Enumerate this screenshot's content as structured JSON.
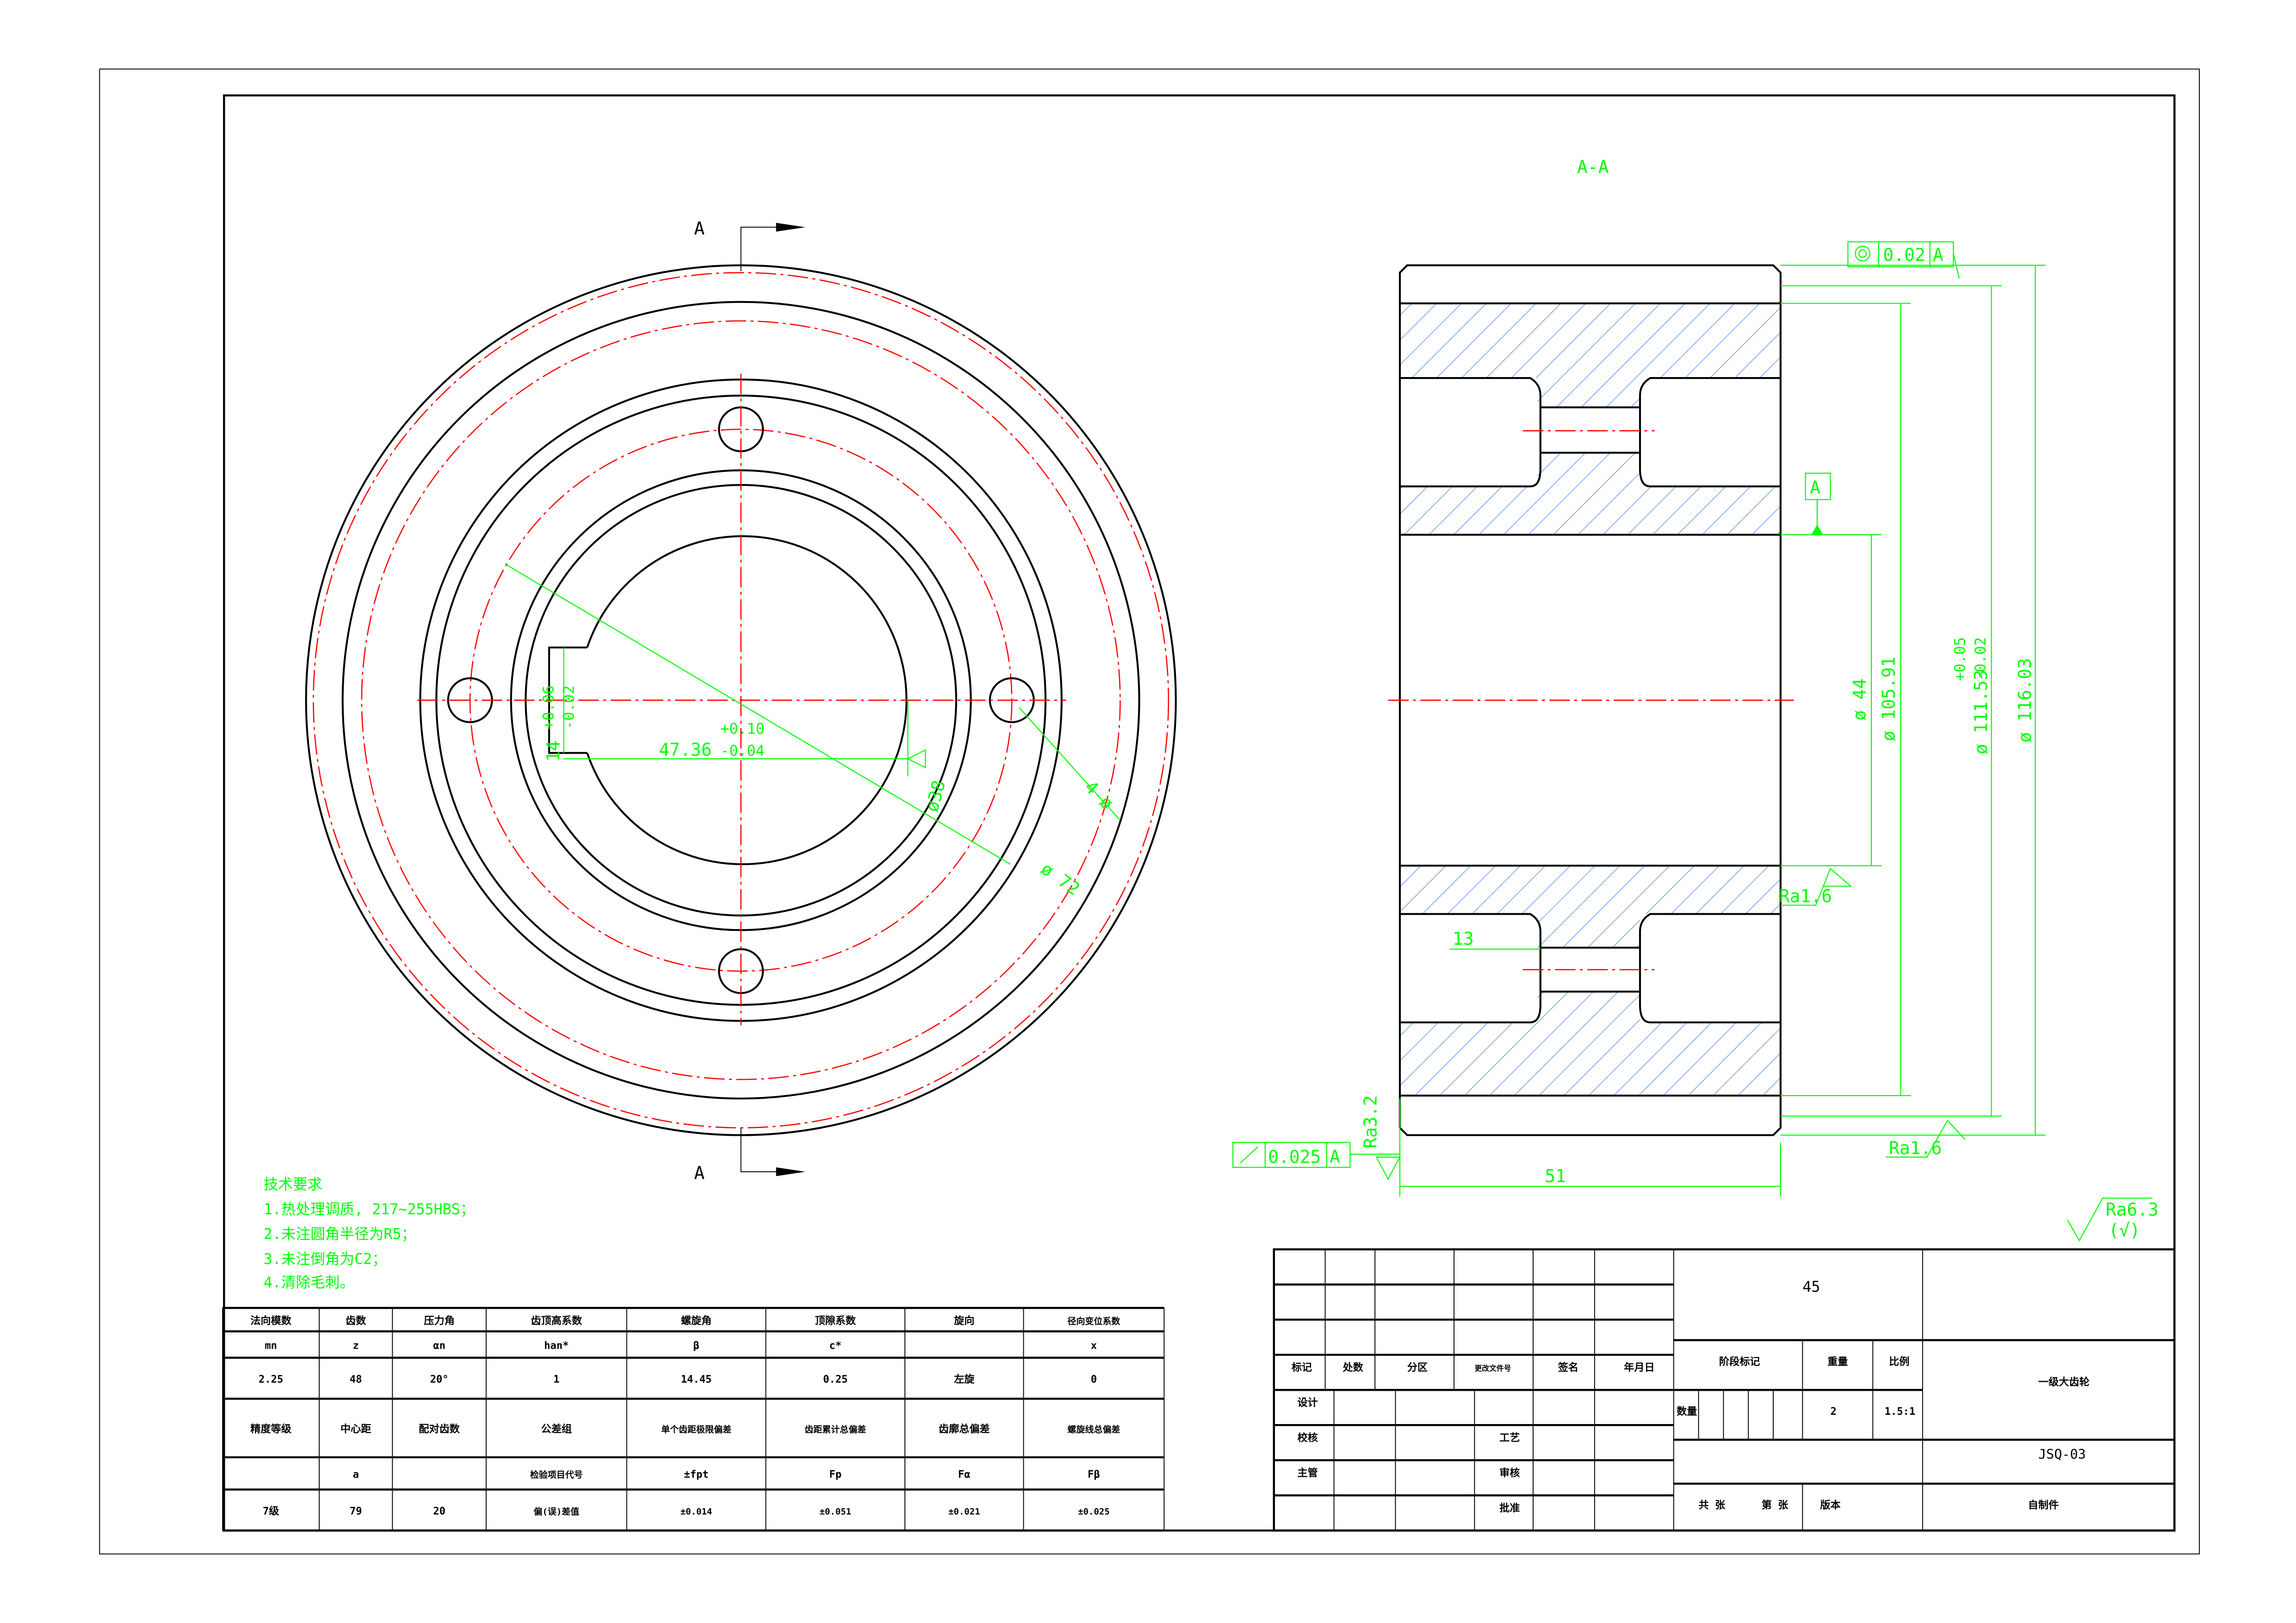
{
  "colors": {
    "outline": "#000000",
    "centerline": "#ff0000",
    "dimension": "#00ff00",
    "hatch": "#1e6ff0"
  },
  "views": {
    "section_label": "A-A",
    "cut_marker_top": "A",
    "cut_marker_bottom": "A"
  },
  "dimensions": {
    "runout_value": "0.02",
    "runout_datum": "A",
    "datum_label": "A",
    "bore": "ø 44",
    "d_105": "ø 105.91",
    "d_111": "ø 111.53",
    "d_111_tol_upper": "+0.05",
    "d_111_tol_lower": "-0.02",
    "d_116": "ø 116.03",
    "ra_bore": "Ra1.6",
    "hole_depth": "13",
    "width": "51",
    "face_runout_value": "0.025",
    "face_runout_datum": "A",
    "ra_face": "Ra3.2",
    "ra_outer": "Ra1.6",
    "ra_general": "Ra6.3",
    "ra_general_paren": "(√)",
    "keyway_depth": "47.36",
    "keyway_depth_tol_upper": "+0.10",
    "keyway_depth_tol_lower": "-0.04",
    "keyway_width": "14",
    "keyway_width_tol_upper": "+0.06",
    "keyway_width_tol_lower": "-0.02",
    "hub_dia": "ø38",
    "holes": "4-ø",
    "bolt_circle": "ø 72"
  },
  "tech_requirements": {
    "title": "技术要求",
    "items": [
      "1.热处理调质, 217~255HBS；",
      "2.未注圆角半径为R5；",
      "3.未注倒角为C2；",
      "4.清除毛刺。"
    ]
  },
  "gear_table": {
    "rows": [
      [
        "法向模数",
        "齿数",
        "压力角",
        "齿顶高系数",
        "螺旋角",
        "顶隙系数",
        "旋向",
        "径向变位系数"
      ],
      [
        "mn",
        "z",
        "αn",
        "han*",
        "β",
        "c*",
        "",
        "x"
      ],
      [
        "2.25",
        "48",
        "20°",
        "1",
        "14.45",
        "0.25",
        "左旋",
        "0"
      ],
      [
        "精度等级",
        "中心距",
        "配对齿数",
        "公差组",
        "单个齿距极限偏差",
        "齿距累计总偏差",
        "齿廓总偏差",
        "螺旋线总偏差"
      ],
      [
        "",
        "a",
        "",
        "检验项目代号",
        "±fpt",
        "Fp",
        "Fα",
        "Fβ"
      ],
      [
        "7级",
        "79",
        "20",
        "偏(误)差值",
        "±0.014",
        "±0.051",
        "±0.021",
        "±0.025"
      ]
    ]
  },
  "title_block": {
    "material": "45",
    "rev_headers": [
      "标记",
      "处数",
      "分区",
      "更改文件号",
      "签名",
      "年月日"
    ],
    "roles": [
      "设计",
      "校核",
      "主管",
      ""
    ],
    "roles_mid": [
      "",
      "工艺",
      "审核",
      "批准"
    ],
    "stage_mark": "阶段标记",
    "weight": "重量",
    "scale": "比例",
    "quantity_label": "数量",
    "quantity": "2",
    "scale_value": "1.5:1",
    "part_name": "一级大齿轮",
    "drawing_no": "JSQ-03",
    "sheets": "共 张",
    "sheet_no": "第 张",
    "version": "版本",
    "make_type": "自制件"
  }
}
